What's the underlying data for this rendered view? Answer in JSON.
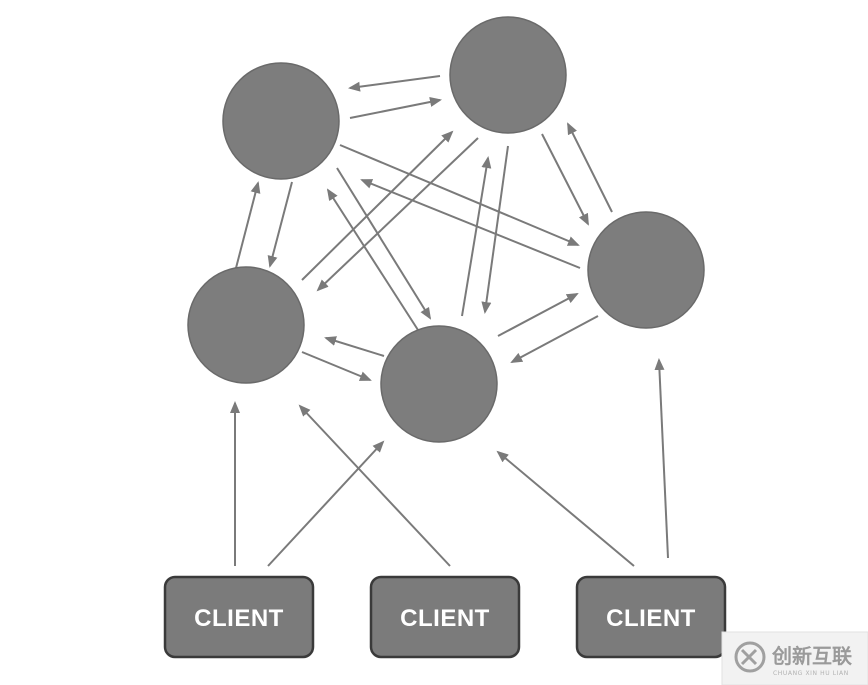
{
  "diagram": {
    "nodes": [
      {
        "id": "n1"
      },
      {
        "id": "n2"
      },
      {
        "id": "n3"
      },
      {
        "id": "n4"
      },
      {
        "id": "n5"
      }
    ],
    "clients": [
      {
        "id": "c1",
        "label": "CLIENT"
      },
      {
        "id": "c2",
        "label": "CLIENT"
      },
      {
        "id": "c3",
        "label": "CLIENT"
      }
    ]
  },
  "watermark": {
    "name": "创新互联",
    "sub": "CHUANG XIN HU LIAN"
  },
  "colors": {
    "node": "#7d7d7d",
    "client_box": "#7b7b7b",
    "arrow": "#7a7a7a"
  }
}
